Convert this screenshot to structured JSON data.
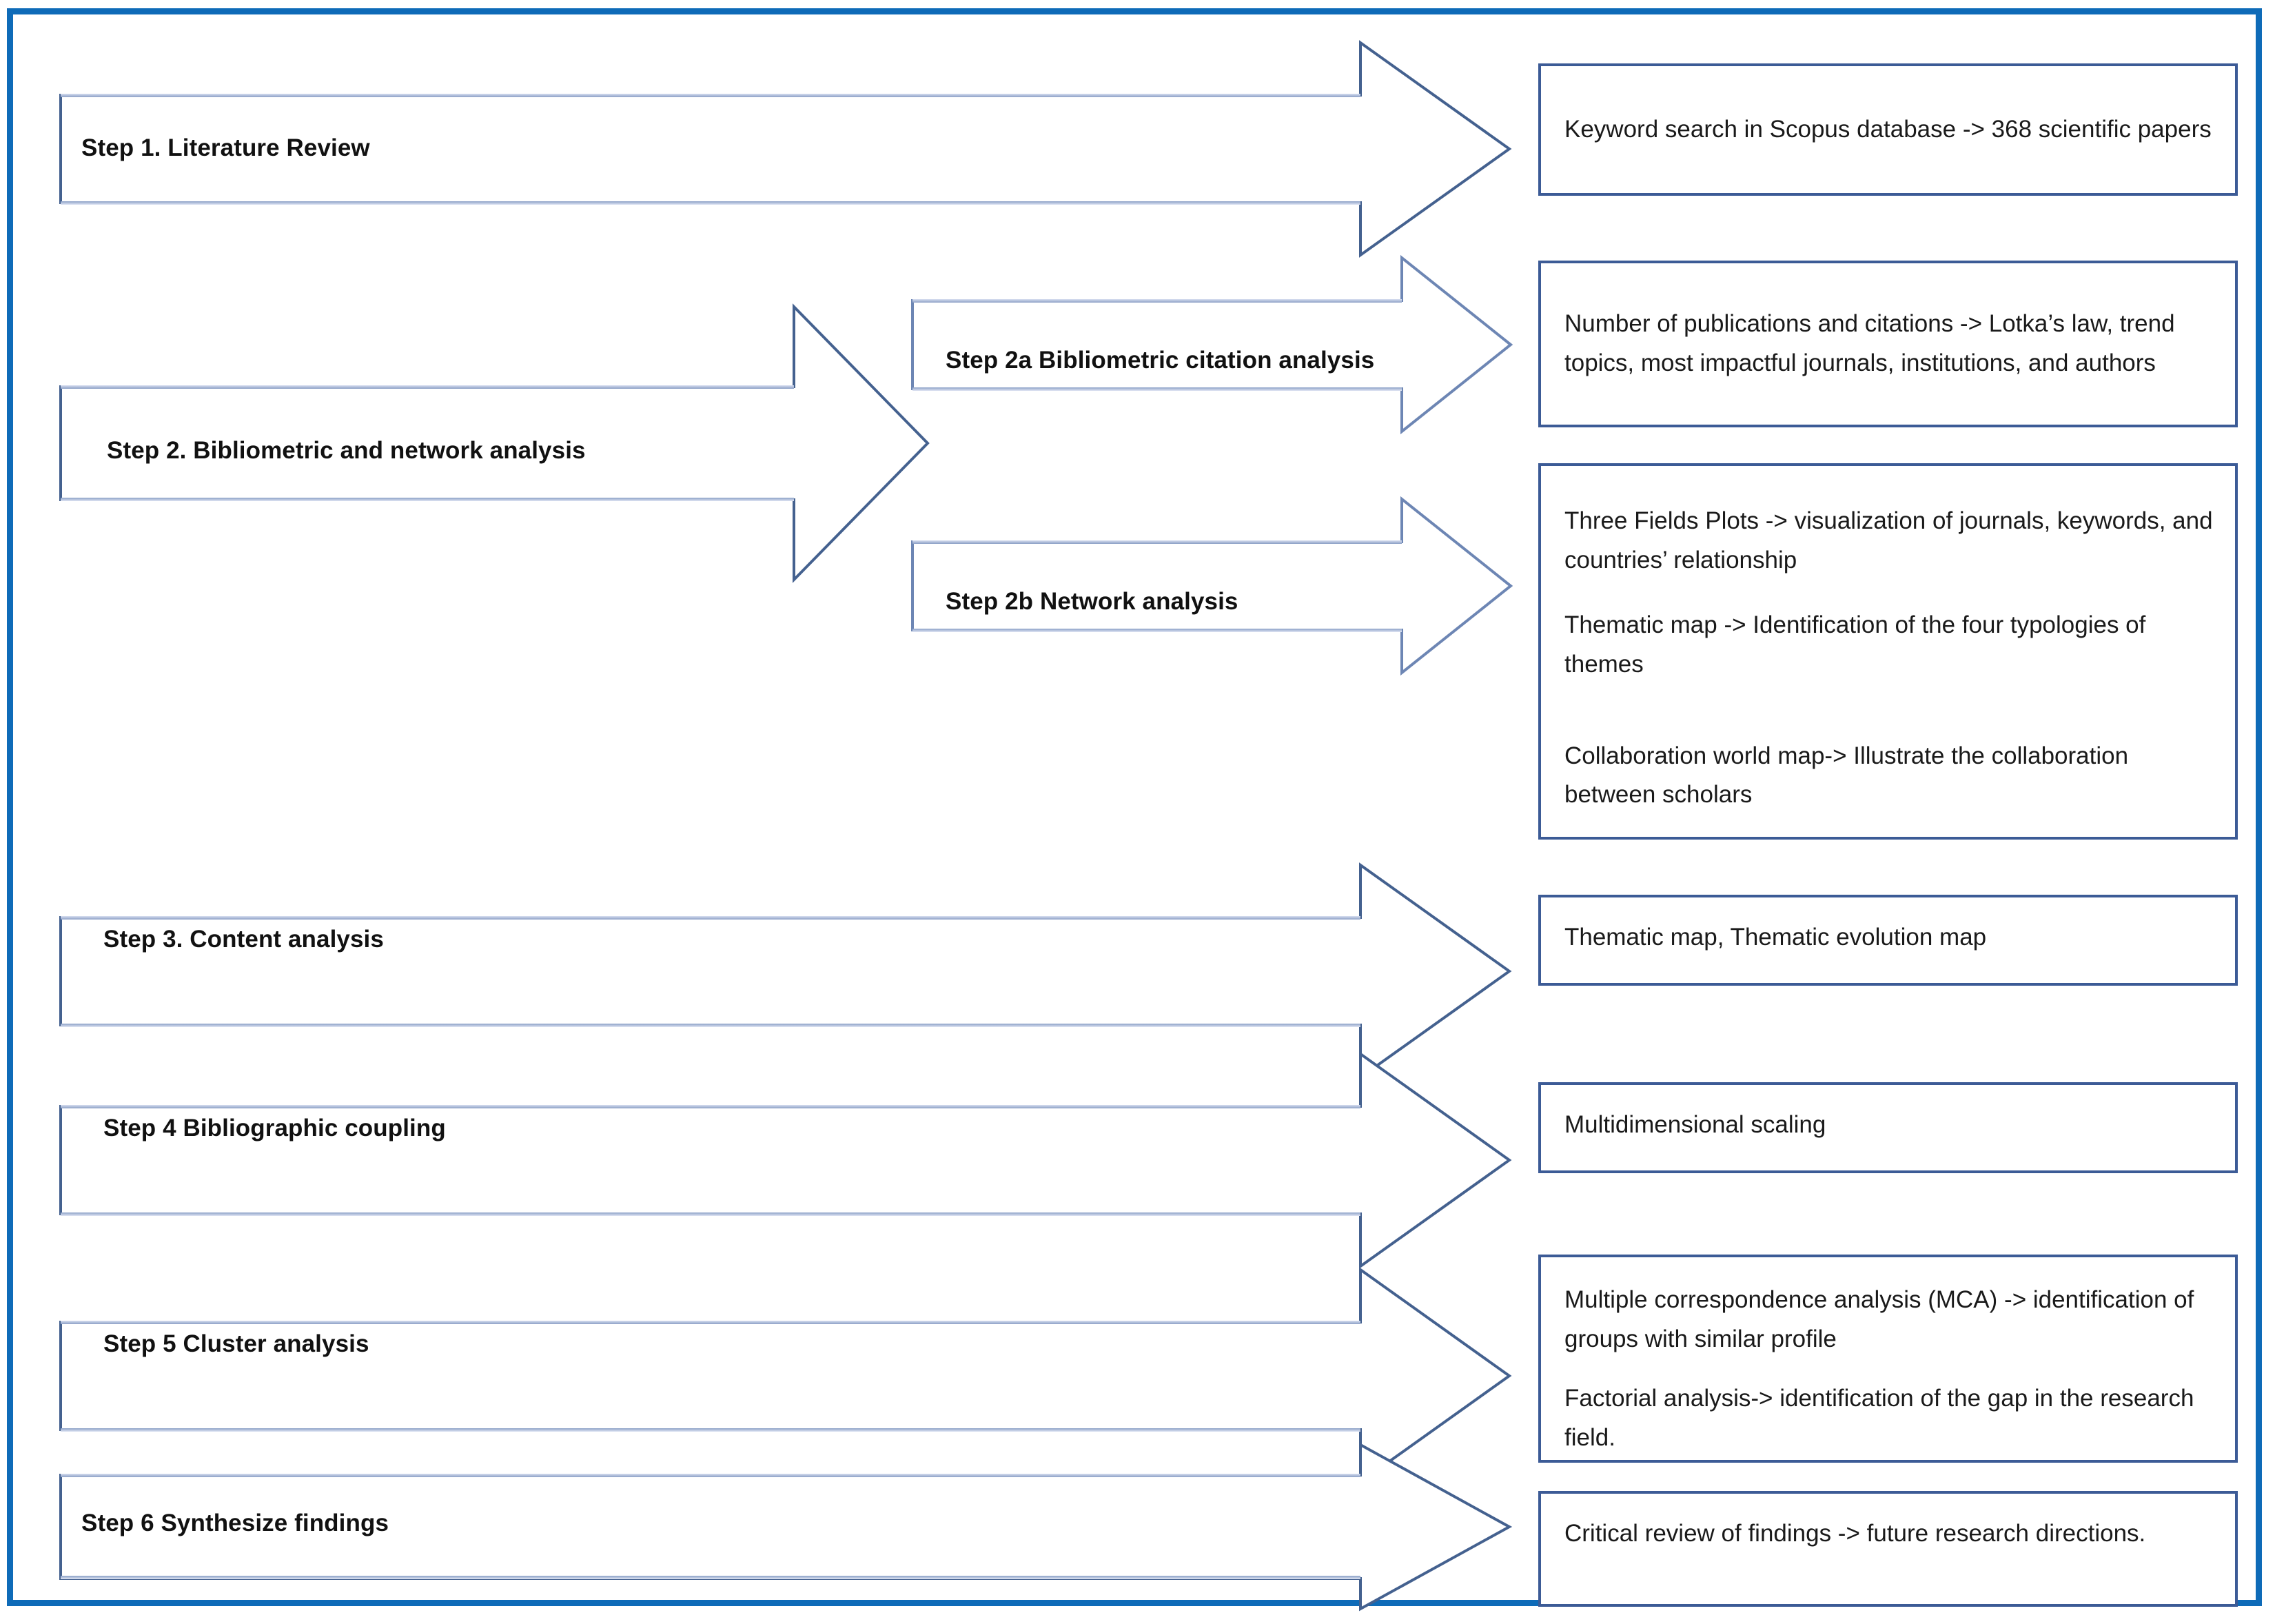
{
  "diagram": {
    "title": "Research methodology flowchart",
    "frame_color": "#0e6bb8",
    "arrow_stroke_color": "#44618f",
    "box_stroke_color": "#3c5b96"
  },
  "steps": [
    {
      "id": "step1",
      "label": "Step 1. Literature Review",
      "results": [
        "Keyword search in Scopus database -> 368 scientific papers"
      ]
    },
    {
      "id": "step2",
      "label": "Step 2. Bibliometric and network analysis",
      "substeps": [
        {
          "id": "step2a",
          "label": "Step 2a Bibliometric citation analysis",
          "results": [
            "Number of publications and citations -> Lotka’s law, trend topics, most impactful journals, institutions, and authors"
          ]
        },
        {
          "id": "step2b",
          "label": "Step 2b Network analysis",
          "results": [
            "Three Fields Plots -> visualization of journals, keywords, and countries’ relationship",
            "Thematic map -> Identification of the four typologies of themes",
            "Collaboration world map-> Illustrate the collaboration between scholars"
          ]
        }
      ]
    },
    {
      "id": "step3",
      "label": "Step 3. Content analysis",
      "results": [
        "Thematic map, Thematic evolution map"
      ]
    },
    {
      "id": "step4",
      "label": "Step 4 Bibliographic coupling",
      "results": [
        "Multidimensional scaling"
      ]
    },
    {
      "id": "step5",
      "label": "Step 5 Cluster analysis",
      "results": [
        "Multiple correspondence analysis (MCA) -> identification of groups with similar profile",
        "Factorial analysis-> identification of the gap in the research field."
      ]
    },
    {
      "id": "step6",
      "label": "Step 6 Synthesize findings",
      "results": [
        "Critical review of findings -> future research directions."
      ]
    }
  ]
}
